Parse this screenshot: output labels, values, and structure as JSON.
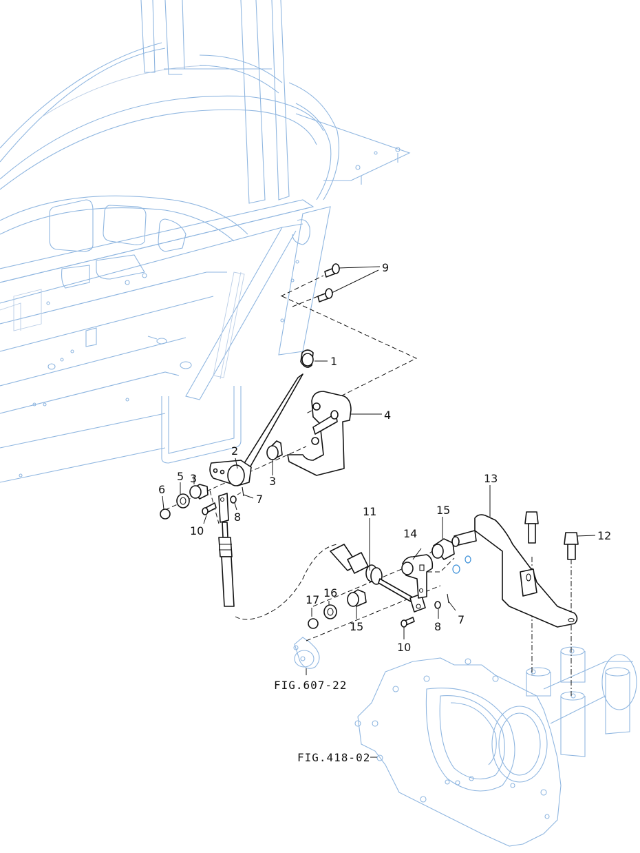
{
  "diagram": {
    "type": "exploded-parts-diagram",
    "callouts": [
      {
        "id": "1",
        "label": "1"
      },
      {
        "id": "2",
        "label": "2"
      },
      {
        "id": "3a",
        "label": "3"
      },
      {
        "id": "3b",
        "label": "3"
      },
      {
        "id": "4",
        "label": "4"
      },
      {
        "id": "5",
        "label": "5"
      },
      {
        "id": "6",
        "label": "6"
      },
      {
        "id": "7a",
        "label": "7"
      },
      {
        "id": "7b",
        "label": "7"
      },
      {
        "id": "8a",
        "label": "8"
      },
      {
        "id": "8b",
        "label": "8"
      },
      {
        "id": "9",
        "label": "9"
      },
      {
        "id": "10a",
        "label": "10"
      },
      {
        "id": "10b",
        "label": "10"
      },
      {
        "id": "11",
        "label": "11"
      },
      {
        "id": "12",
        "label": "12"
      },
      {
        "id": "13",
        "label": "13"
      },
      {
        "id": "14",
        "label": "14"
      },
      {
        "id": "15a",
        "label": "15"
      },
      {
        "id": "15b",
        "label": "15"
      },
      {
        "id": "16",
        "label": "16"
      },
      {
        "id": "17",
        "label": "17"
      }
    ],
    "figure_refs": [
      {
        "id": "fig-607-22",
        "label": "FIG.607-22"
      },
      {
        "id": "fig-418-02",
        "label": "FIG.418-02"
      }
    ],
    "colors": {
      "context_outline": "#8fb6e0",
      "part_outline": "#111111",
      "highlight_blue": "#3a8fd8",
      "background": "#ffffff"
    }
  }
}
